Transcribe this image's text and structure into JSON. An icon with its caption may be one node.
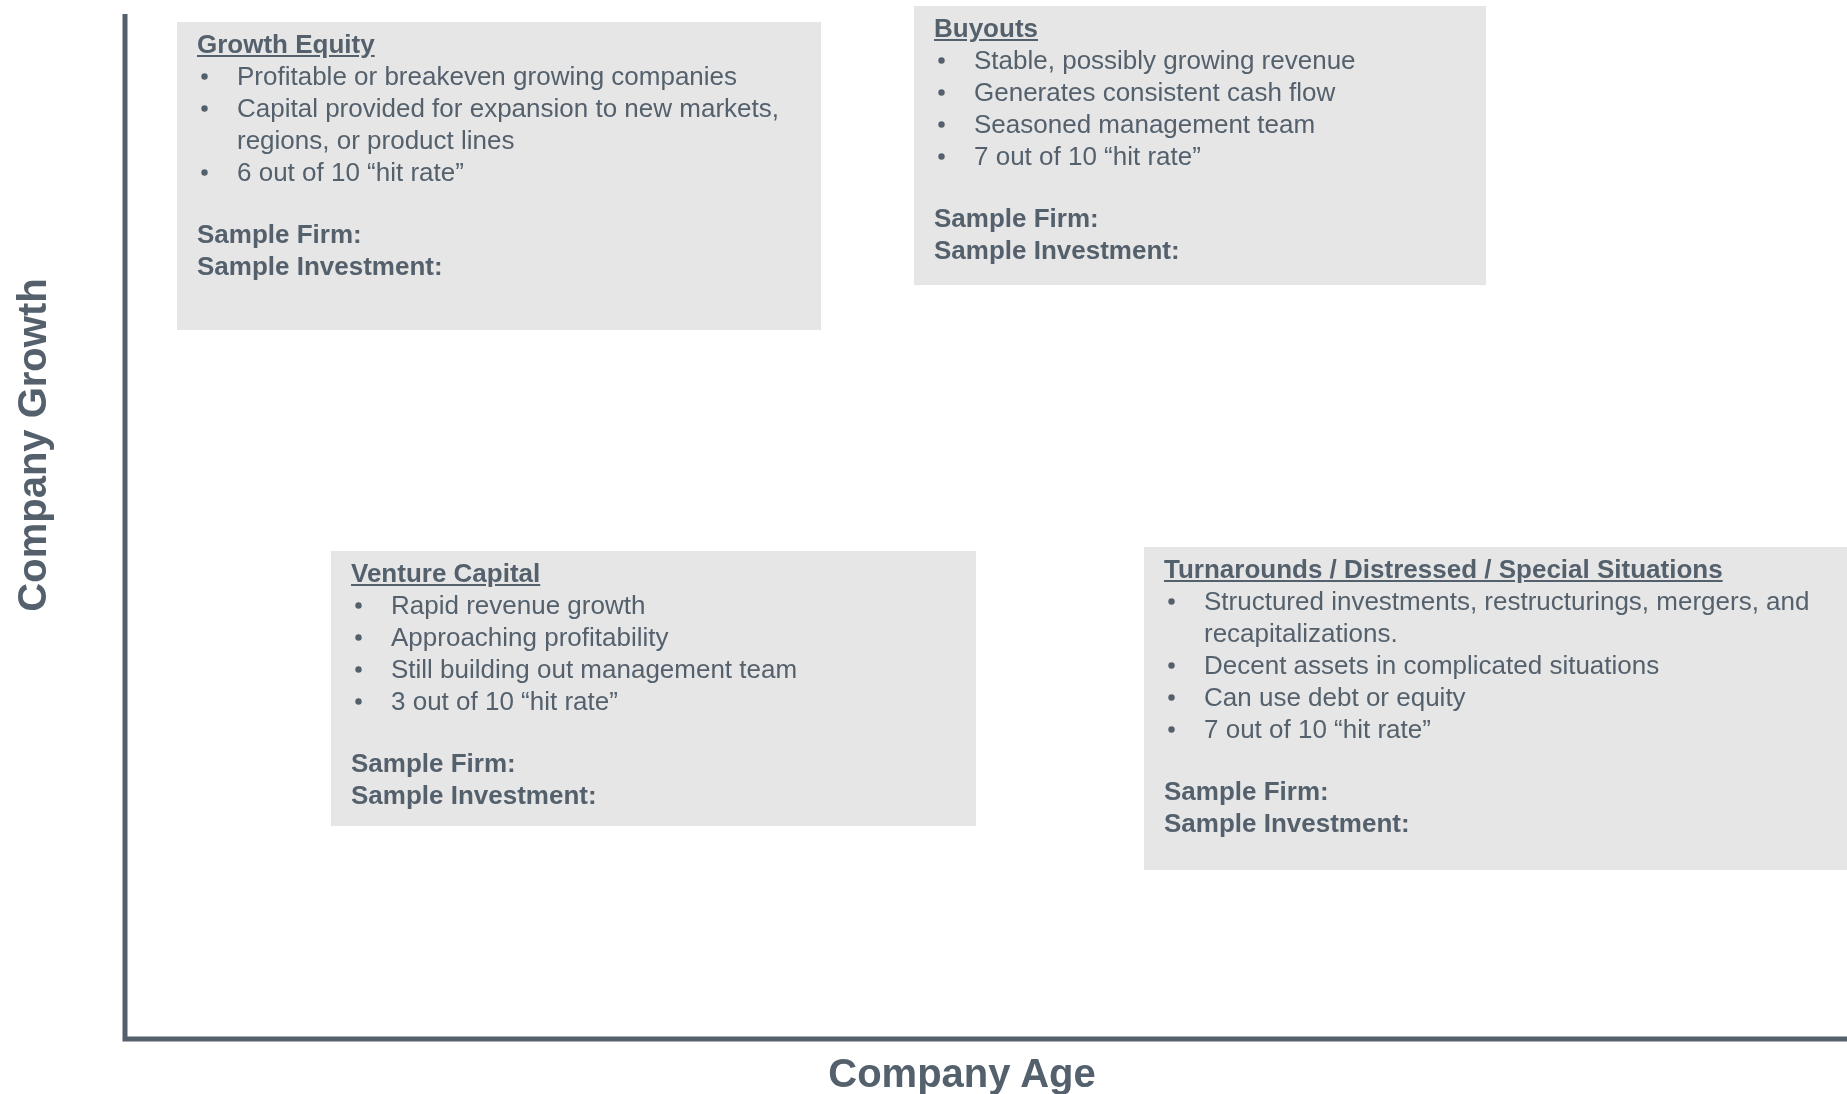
{
  "diagram": {
    "nodes": [
      {
        "text": [
          "Growth Equity",
          "Profitable or breakeven growing companies",
          "Capital provided for expansion to new markets, regions, or product lines",
          "6 out of 10 “hit rate”",
          "Sample Firm:",
          "Sample Investment:"
        ]
      },
      {
        "text": [
          "Buyouts",
          "Stable, possibly growing revenue",
          "Generates consistent cash flow",
          "Seasoned management team",
          "7 out of 10 “hit rate”",
          "Sample Firm:",
          "Sample Investment:"
        ]
      },
      {
        "text": [
          "Venture Capital",
          "Rapid revenue growth",
          "Approaching profitability",
          "Still building out management team",
          "3 out of 10 “hit rate”",
          "Sample Firm:",
          "Sample Investment:"
        ]
      },
      {
        "text": [
          "Turnarounds / Distressed / Special Situations",
          "Structured investments, restructurings, mergers, and recapitalizations.",
          "Decent assets in complicated situations",
          "Can use debt or equity",
          "7 out of 10 “hit rate”",
          "Sample Firm:",
          "Sample Investment:"
        ]
      }
    ],
    "labels": [
      "Company Growth",
      "Company Age"
    ]
  }
}
